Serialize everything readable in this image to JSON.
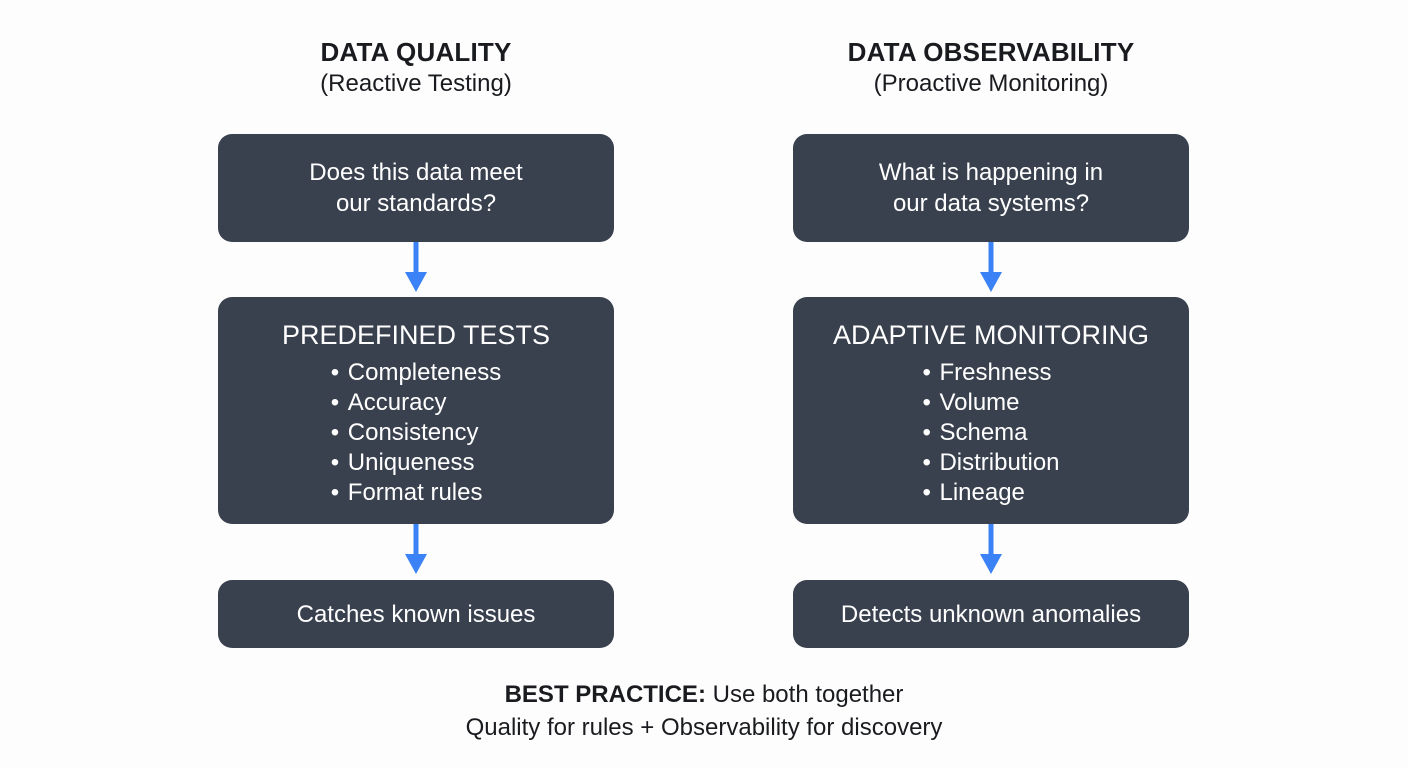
{
  "background_color": "#fdfdfd",
  "box_color": "#39404e",
  "arrow_color": "#3b82f6",
  "text_color_dark": "#191b1f",
  "text_color_light": "#ffffff",
  "columns": [
    {
      "id": "data-quality",
      "title": "DATA QUALITY",
      "subtitle": "(Reactive Testing)",
      "question_box": "Does this data meet\nour standards?",
      "list_box": {
        "heading": "PREDEFINED TESTS",
        "items": [
          "Completeness",
          "Accuracy",
          "Consistency",
          "Uniqueness",
          "Format rules"
        ]
      },
      "outcome_box": "Catches known issues"
    },
    {
      "id": "data-observability",
      "title": "DATA OBSERVABILITY",
      "subtitle": "(Proactive Monitoring)",
      "question_box": "What is happening in\nour data systems?",
      "list_box": {
        "heading": "ADAPTIVE MONITORING",
        "items": [
          "Freshness",
          "Volume",
          "Schema",
          "Distribution",
          "Lineage"
        ]
      },
      "outcome_box": "Detects unknown anomalies"
    }
  ],
  "footer": {
    "label": "BEST PRACTICE:",
    "line1_rest": " Use both together",
    "line2": "Quality for rules + Observability for discovery"
  }
}
